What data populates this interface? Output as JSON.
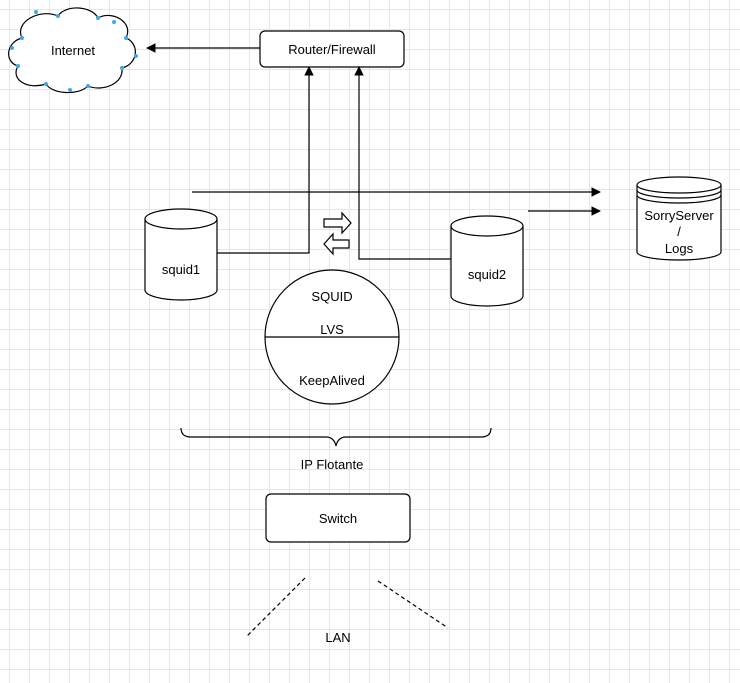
{
  "nodes": {
    "internet": "Internet",
    "router": "Router/Firewall",
    "squid1": "squid1",
    "squid2": "squid2",
    "sorry_server": {
      "line1": "SorryServer",
      "line2": "/",
      "line3": "Logs"
    },
    "cluster": {
      "top": "SQUID",
      "middle": "LVS",
      "bottom": "KeepAlived"
    },
    "floating_ip": "IP Flotante",
    "switch": "Switch",
    "lan": "LAN"
  },
  "colors": {
    "cloud_marker": "#3fa9e6",
    "grid": "#e6e6e6"
  }
}
